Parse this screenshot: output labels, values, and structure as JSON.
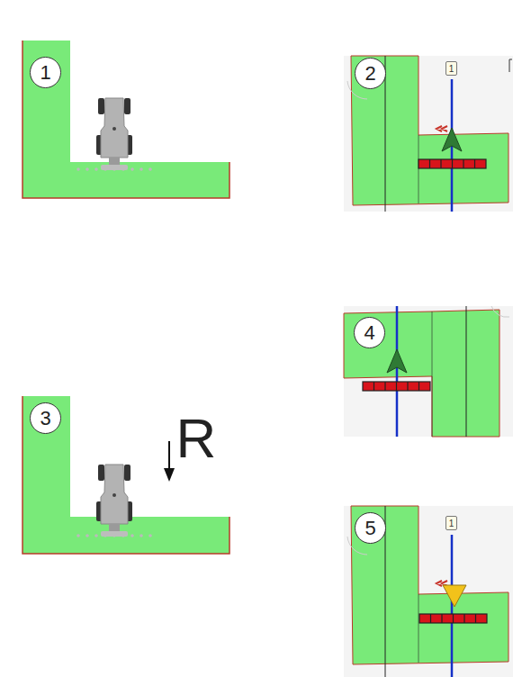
{
  "diagram": {
    "labels": [
      "1",
      "2",
      "1",
      "4",
      "3",
      "R",
      "5",
      "1"
    ]
  }
}
